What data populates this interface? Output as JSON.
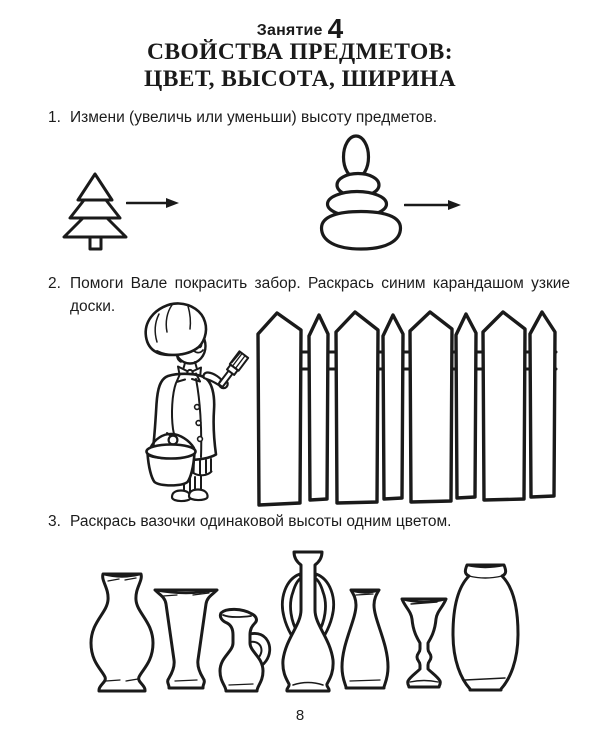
{
  "header": {
    "lesson_label": "Занятие",
    "lesson_number": "4",
    "title_line1": "СВОЙСТВА ПРЕДМЕТОВ:",
    "title_line2": "ЦВЕТ, ВЫСОТА, ШИРИНА"
  },
  "tasks": {
    "task1": {
      "number": "1.",
      "text": "Измени (увеличь или уменьши) высоту предметов."
    },
    "task2": {
      "number": "2.",
      "text": "Помоги Вале покрасить забор. Раскрась синим карандашом узкие доски."
    },
    "task3": {
      "number": "3.",
      "text": "Раскрась вазочки одинаковой высоты одним цветом."
    }
  },
  "figures": {
    "task1_items": [
      "fir-tree",
      "arrow-right",
      "pyramid-toy",
      "arrow-right"
    ],
    "task2_character": "girl-with-paintbrush-and-bucket",
    "fence": {
      "board_count": 8,
      "board_widths": [
        "wide",
        "narrow",
        "wide",
        "narrow",
        "wide",
        "narrow",
        "wide",
        "narrow"
      ]
    },
    "vases": [
      "bulbous-vase",
      "flared-tumbler-vase",
      "small-jug-with-handle",
      "tall-amphora-with-handles",
      "cone-flask-vase",
      "goblet-on-stem",
      "tall-oval-vase"
    ]
  },
  "footer": {
    "page_number": "8"
  },
  "colors": {
    "paper": "#ffffff",
    "ink": "#1a1a1a",
    "pencil_color_named_in_task2": "синий"
  }
}
